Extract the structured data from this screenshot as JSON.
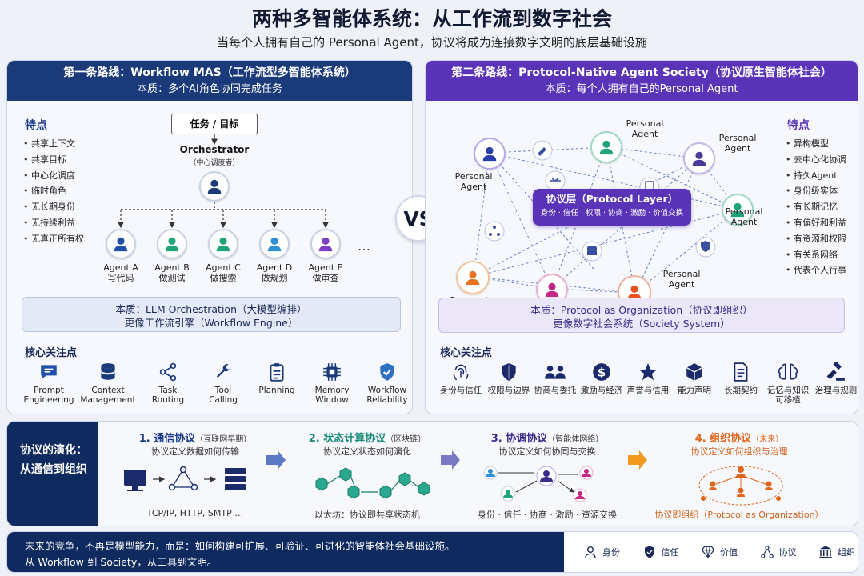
{
  "header": {
    "title": "两种多智能体系统：从工作流到数字社会",
    "subtitle": "当每个人拥有自己的 Personal Agent，协议将成为连接数字文明的底层基础设施"
  },
  "left": {
    "title": "第一条路线：Workflow MAS（工作流型多智能体系统）",
    "essence": "本质：多个AI角色协同完成任务",
    "features_title": "特点",
    "features": [
      "共享上下文",
      "共享目标",
      "中心化调度",
      "临时角色",
      "无长期身份",
      "无持续利益",
      "无真正所有权"
    ],
    "task_label": "任务 / 目标",
    "orchestrator": "Orchestrator",
    "orchestrator_sub": "（中心调度者）",
    "agents": [
      {
        "name": "Agent A",
        "role": "写代码",
        "color": "#1f4fa8"
      },
      {
        "name": "Agent B",
        "role": "做测试",
        "color": "#1fa37a"
      },
      {
        "name": "Agent C",
        "role": "做搜索",
        "color": "#1fa37a"
      },
      {
        "name": "Agent D",
        "role": "做规划",
        "color": "#2e8fd6"
      },
      {
        "name": "Agent E",
        "role": "做审查",
        "color": "#7a3fc4"
      }
    ],
    "ellipsis": "…",
    "essence_box_l1": "本质：LLM Orchestration（大模型编排）",
    "essence_box_l2": "更像工作流引擎（Workflow Engine）",
    "core_title": "核心关注点",
    "core": [
      {
        "l1": "Prompt",
        "l2": "Engineering",
        "icon": "chat-icon"
      },
      {
        "l1": "Context",
        "l2": "Management",
        "icon": "database-icon"
      },
      {
        "l1": "Task",
        "l2": "Routing",
        "icon": "share-icon"
      },
      {
        "l1": "Tool",
        "l2": "Calling",
        "icon": "wrench-icon"
      },
      {
        "l1": "Planning",
        "l2": "",
        "icon": "clipboard-icon"
      },
      {
        "l1": "Memory",
        "l2": "Window",
        "icon": "chip-icon"
      },
      {
        "l1": "Workflow",
        "l2": "Reliability",
        "icon": "shield-check-icon"
      }
    ]
  },
  "vs": "VS",
  "right": {
    "title": "第二条路线：Protocol-Native Agent Society（协议原生智能体社会）",
    "essence": "本质：每个人拥有自己的Personal Agent",
    "features_title": "特点",
    "features": [
      "异构模型",
      "去中心化协调",
      "持久Agent",
      "身份级实体",
      "有长期记忆",
      "有偏好和利益",
      "有资源和权限",
      "有关系网络",
      "代表个人行事"
    ],
    "agent_label_l1": "Personal",
    "agent_label_l2": "Agent",
    "layer_title": "协议层（Protocol Layer）",
    "layer_sub": "身份 · 信任 · 权限 · 协商 · 激励 · 价值交换",
    "essence_box_l1": "本质：Protocol as Organization（协议即组织）",
    "essence_box_l2": "更像数字社会系统（Society System）",
    "core_title": "核心关注点",
    "core": [
      {
        "l1": "身份与信任",
        "l2": "",
        "icon": "fingerprint-icon"
      },
      {
        "l1": "权限与边界",
        "l2": "",
        "icon": "shield-icon"
      },
      {
        "l1": "协商与委托",
        "l2": "",
        "icon": "people-icon"
      },
      {
        "l1": "激励与经济",
        "l2": "",
        "icon": "dollar-icon"
      },
      {
        "l1": "声誉与信用",
        "l2": "",
        "icon": "star-icon"
      },
      {
        "l1": "能力声明",
        "l2": "",
        "icon": "cube-icon"
      },
      {
        "l1": "长期契约",
        "l2": "",
        "icon": "document-icon"
      },
      {
        "l1": "记忆与知识",
        "l2": "可移植",
        "icon": "brain-icon"
      },
      {
        "l1": "治理与规则",
        "l2": "",
        "icon": "gavel-icon"
      }
    ]
  },
  "evolution": {
    "title_l1": "协议的演化：",
    "title_l2": "从通信到组织",
    "stages": [
      {
        "title": "1. 通信协议",
        "tag": "（互联网早期）",
        "sub": "协议定义数据如何传输",
        "bottom": "TCP/IP, HTTP, SMTP …",
        "color": "#1a3a8a"
      },
      {
        "title": "2. 状态计算协议",
        "tag": "（区块链）",
        "sub": "协议定义状态如何演化",
        "bottom": "以太坊：协议即共享状态机",
        "color": "#1a8a7a"
      },
      {
        "title": "3. 协调协议",
        "tag": "（智能体网络）",
        "sub": "协议定义如何协同与交换",
        "bottom": "身份 · 信任 · 协商 · 激励 · 资源交换",
        "color": "#3a2a8a"
      },
      {
        "title": "4. 组织协议",
        "tag": "（未来）",
        "sub": "协议定义如何组织与治理",
        "bottom": "协议即组织（Protocol as Organization）",
        "color": "#e0651a"
      }
    ]
  },
  "footer": {
    "line1": "未来的竞争，不再是模型能力，而是：如何构建可扩展、可验证、可进化的智能体社会基础设施。",
    "line2": "从 Workflow 到 Society，从工具到文明。",
    "items": [
      {
        "label": "身份",
        "icon": "person-icon"
      },
      {
        "label": "信任",
        "icon": "shield-icon"
      },
      {
        "label": "价值",
        "icon": "diamond-icon"
      },
      {
        "label": "协议",
        "icon": "network-icon"
      },
      {
        "label": "组织",
        "icon": "building-icon"
      }
    ]
  }
}
